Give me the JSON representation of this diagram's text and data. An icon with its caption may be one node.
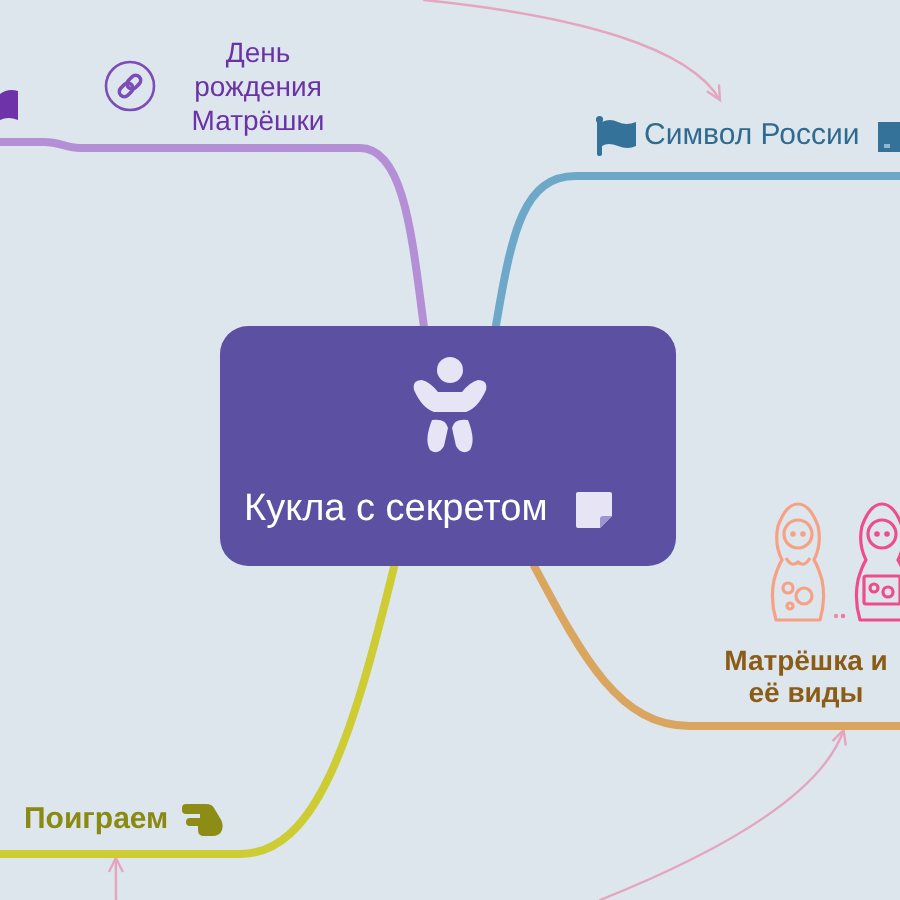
{
  "diagram": {
    "nodes": [
      {
        "text": [
          "Кукла с секретом"
        ]
      },
      {
        "text": [
          "День рождения Матрёшки"
        ]
      },
      {
        "text": [
          "Символ России"
        ]
      },
      {
        "text": [
          "Матрёшка и её виды"
        ]
      },
      {
        "text": [
          "Поиграем"
        ]
      }
    ],
    "edges": [
      {
        "from": 0,
        "to": 1,
        "arrow": "none",
        "color": "#b48fd6"
      },
      {
        "from": 1,
        "to": null,
        "arrow": "none",
        "color": "#b48fd6"
      },
      {
        "from": 0,
        "to": 2,
        "arrow": "none",
        "color": "#6ea8c9"
      },
      {
        "from": 2,
        "to": null,
        "arrow": "none",
        "color": "#6ea8c9"
      },
      {
        "from": 0,
        "to": 3,
        "arrow": "none",
        "color": "#d9a55f"
      },
      {
        "from": 0,
        "to": 4,
        "arrow": "none",
        "color": "#cdcc33"
      },
      {
        "from": 4,
        "to": null,
        "arrow": "none",
        "color": "#cdcc33"
      },
      {
        "from": null,
        "to": 2,
        "arrow": "to"
      },
      {
        "from": null,
        "to": 3,
        "arrow": "to"
      },
      {
        "from": null,
        "to": 4,
        "arrow": "to"
      }
    ]
  }
}
